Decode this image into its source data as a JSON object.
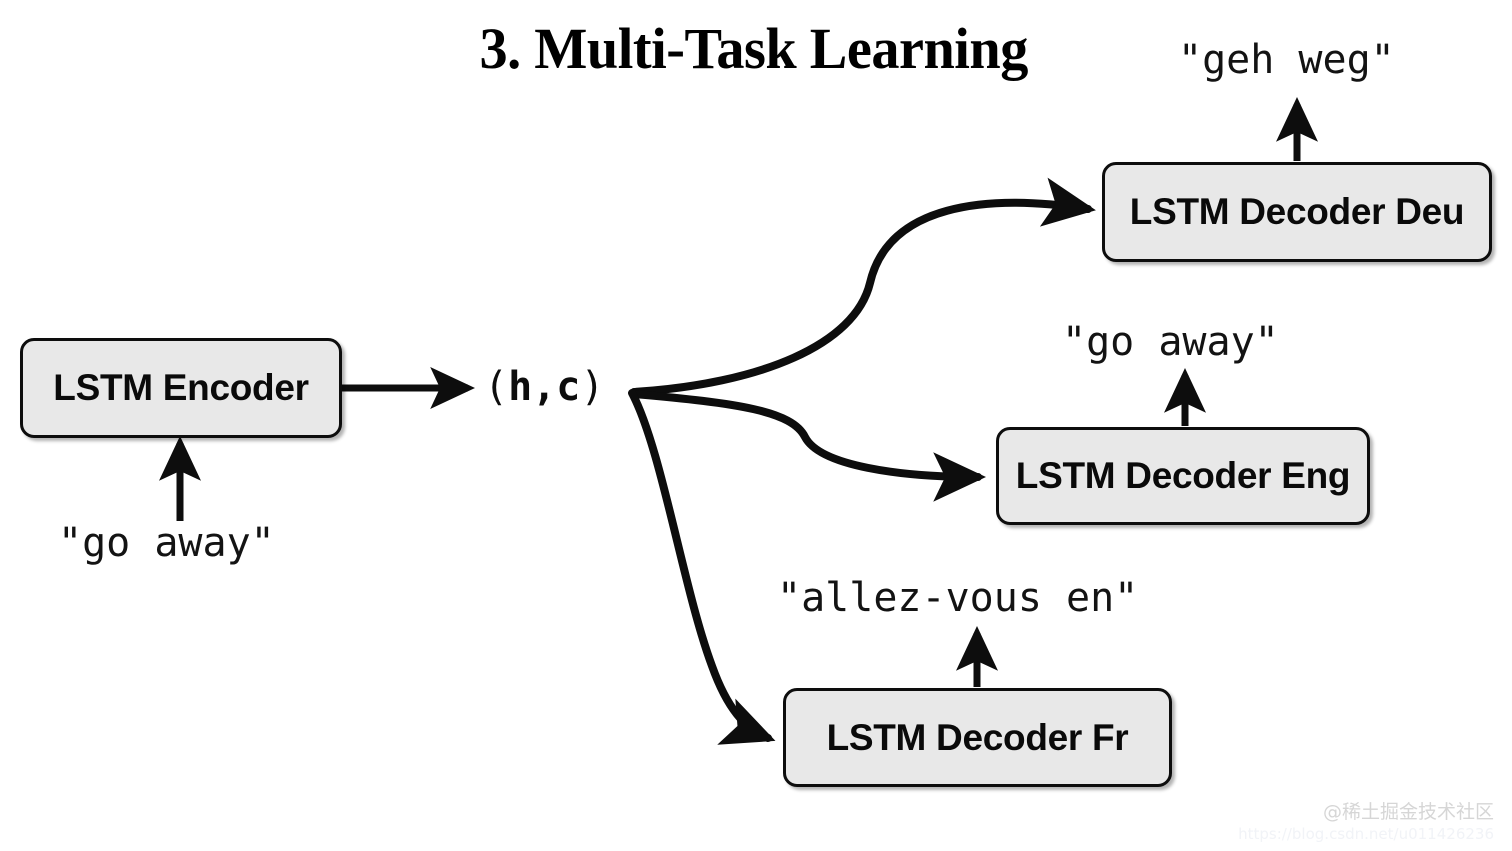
{
  "title": "3. Multi-Task Learning",
  "nodes": {
    "encoder": {
      "label": "LSTM Encoder"
    },
    "decoder_deu": {
      "label": "LSTM Decoder Deu"
    },
    "decoder_eng": {
      "label": "LSTM Decoder Eng"
    },
    "decoder_fr": {
      "label": "LSTM Decoder Fr"
    }
  },
  "texts": {
    "input_source": "\"go away\"",
    "output_deu": "\"geh weg\"",
    "output_eng": "\"go away\"",
    "output_fr": "\"allez-vous en\"",
    "state_open": "(",
    "state_vars": "h,c",
    "state_close": ")"
  },
  "watermark": {
    "handle": "@稀土掘金技术社区",
    "url": "https://blog.csdn.net/u011426236"
  },
  "colors": {
    "node_fill": "#e8e8e8",
    "node_border": "#0d0d0d",
    "stroke": "#0d0d0d",
    "background": "#ffffff",
    "watermark": "#d6d6d6"
  }
}
